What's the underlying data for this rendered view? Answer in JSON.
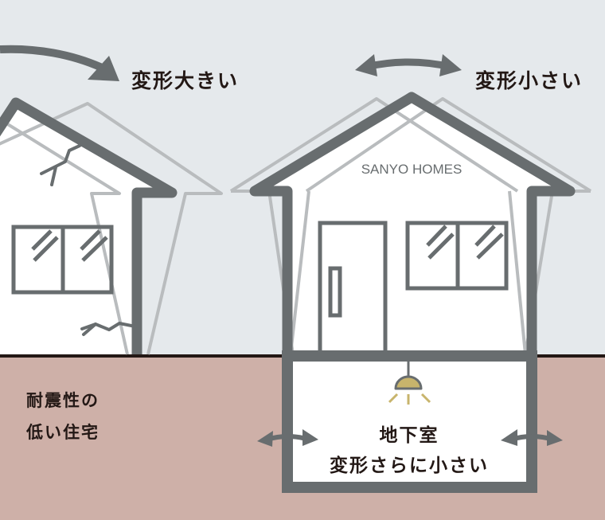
{
  "labels": {
    "large_deformation": "変形大きい",
    "small_deformation": "変形小さい",
    "brand": "SANYO HOMES",
    "weak_house_line1": "耐震性の",
    "weak_house_line2": "低い住宅",
    "basement_line1": "地下室",
    "basement_line2": "変形さらに小さい"
  },
  "colors": {
    "sky": "#e5e9ec",
    "ground": "#ceb0a8",
    "ground_line": "#231815",
    "structure": "#686d6f",
    "ghost": "#b9bcbe",
    "lamp": "#c8b46c",
    "text": "#231815"
  }
}
